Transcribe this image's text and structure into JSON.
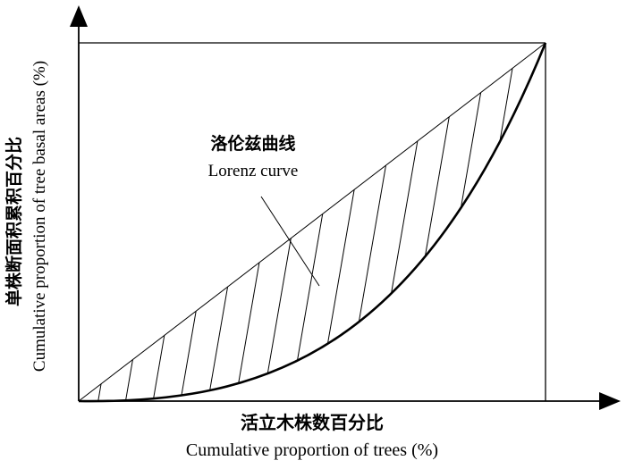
{
  "figure": {
    "annotation": {
      "label_cn": "洛伦兹曲线",
      "label_en": "Lorenz curve"
    },
    "x_axis": {
      "label_cn": "活立木株数百分比",
      "label_en": "Cumulative proportion of trees (%)"
    },
    "y_axis": {
      "label_cn": "单株断面积累积百分比",
      "label_en": "Cumulative proportion of tree basal areas (%)"
    },
    "colors": {
      "ink": "#000000",
      "background": "#ffffff"
    }
  }
}
